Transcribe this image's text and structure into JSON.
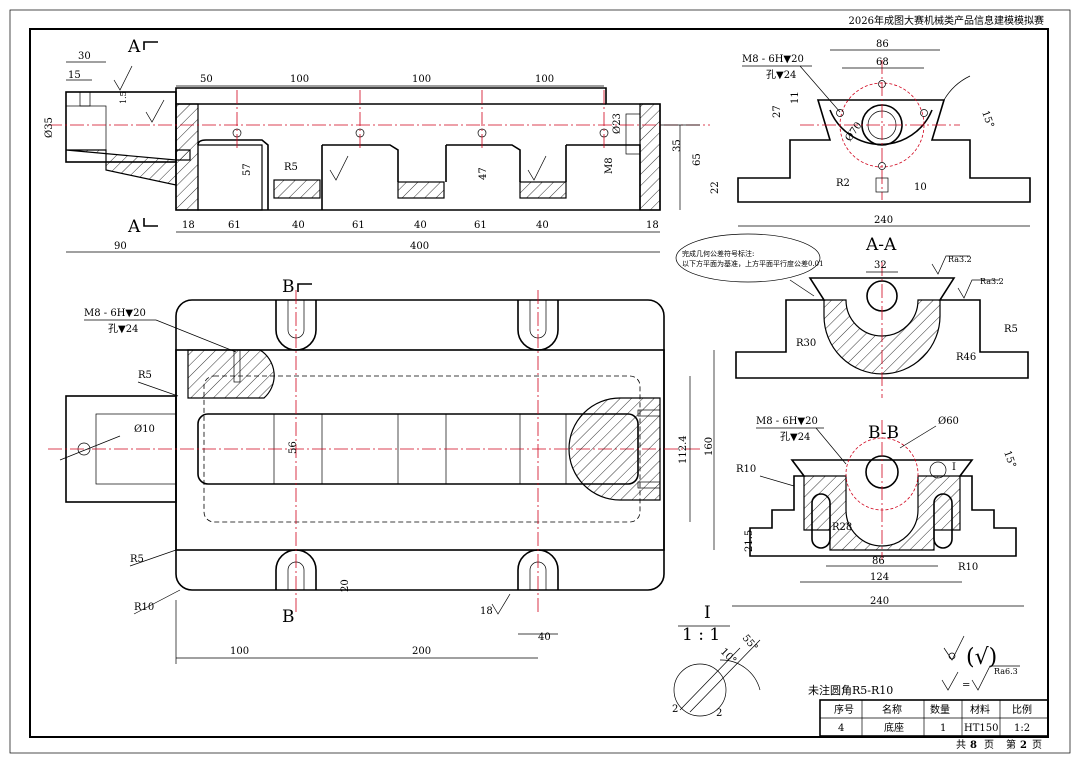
{
  "header": {
    "title": "2026年成图大赛机械类产品信息建模模拟赛"
  },
  "views": {
    "front": {
      "section_mark": "A",
      "top_dims": [
        "30",
        "15",
        "50",
        "100",
        "100",
        "100"
      ],
      "bottom_dims": [
        "18",
        "61",
        "40",
        "61",
        "40",
        "61",
        "40",
        "18"
      ],
      "overall": [
        "90",
        "400"
      ],
      "left_diameter": "Ø35",
      "hole_diameter": "Ø23",
      "step": "1.5",
      "pocket_depths": [
        "57",
        "47"
      ],
      "radius": "R5",
      "thread": "M8",
      "right_dims": [
        "35",
        "65",
        "22"
      ]
    },
    "side": {
      "thread_callout": [
        "M8 - 6H▼20",
        "孔▼24"
      ],
      "widths": [
        "86",
        "68",
        "240"
      ],
      "heights": [
        "27",
        "11"
      ],
      "diameter": "Ø70",
      "angle": "15°",
      "radius": "R2",
      "slot": "10"
    },
    "section_aa": {
      "title": "A-A",
      "width": "32",
      "roughness": [
        "Ra3.2",
        "Ra3.2"
      ],
      "radii": [
        "R30",
        "R46",
        "R5"
      ],
      "note": [
        "完成几何公差符号标注:",
        "以下方平面为基准，上方平面平行度公差0.01"
      ]
    },
    "top": {
      "section_mark": "B",
      "thread_callout": [
        "M8 - 6H▼20",
        "孔▼24"
      ],
      "radii": [
        "R5",
        "R5",
        "R10"
      ],
      "diameter": "Ø10",
      "dims": [
        "56",
        "112.4",
        "160",
        "20",
        "40",
        "100",
        "200"
      ],
      "roughness": "18"
    },
    "section_bb": {
      "title": "B-B",
      "thread_callout": [
        "M8 - 6H▼20",
        "孔▼24"
      ],
      "diameter": "Ø60",
      "detail_mark": "I",
      "angle": "15°",
      "radii": [
        "R10",
        "R28",
        "R10"
      ],
      "dims": [
        "21.5",
        "86",
        "124",
        "240"
      ]
    },
    "detail": {
      "label": "I",
      "scale": "1 : 1",
      "angles": [
        "55°",
        "10°"
      ],
      "dims": [
        "2",
        "2"
      ]
    }
  },
  "roughness_legend": {
    "paren_symbol": "(√)",
    "equals": "=",
    "value": "Ra6.3"
  },
  "notes": {
    "fillets": "未注圆角R5-R10"
  },
  "title_block": {
    "headers": [
      "序号",
      "名称",
      "数量",
      "材料",
      "比例"
    ],
    "row": [
      "4",
      "底座",
      "1",
      "HT150",
      "1:2"
    ],
    "footer": {
      "total_prefix": "共",
      "total": "8",
      "total_unit": "页",
      "page_prefix": "第",
      "page": "2",
      "page_unit": "页"
    }
  }
}
